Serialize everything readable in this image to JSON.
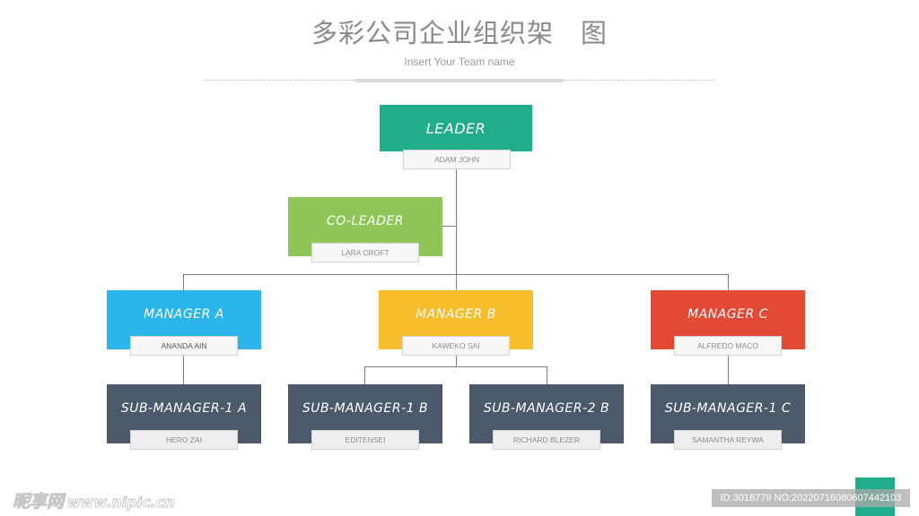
{
  "header": {
    "title": "多彩公司企业组织架　图",
    "subtitle": "Insert Your Team name"
  },
  "colors": {
    "leader": "#22ad8a",
    "co_leader": "#8fc658",
    "manager_a": "#2bb5ea",
    "manager_b": "#f8bd2a",
    "manager_c": "#e34a35",
    "sub_manager": "#4b596b",
    "connector": "#7f7f7f"
  },
  "org": {
    "leader": {
      "role": "LEADER",
      "name": "ADAM JOHN"
    },
    "co_leader": {
      "role": "CO-LEADER",
      "name": "LARA CROFT"
    },
    "managers": [
      {
        "role": "MANAGER A",
        "name": "ANANDA AIN"
      },
      {
        "role": "MANAGER B",
        "name": "KAWEKO SAI"
      },
      {
        "role": "MANAGER C",
        "name": "ALFREDO MACO"
      }
    ],
    "sub_managers": [
      {
        "role": "SUB-MANAGER-1 A",
        "name": "HERO ZAI",
        "reports_to": "MANAGER A"
      },
      {
        "role": "SUB-MANAGER-1 B",
        "name": "EDITENSEI",
        "reports_to": "MANAGER B"
      },
      {
        "role": "SUB-MANAGER-2 B",
        "name": "RICHARD BLEZER",
        "reports_to": "MANAGER B"
      },
      {
        "role": "SUB-MANAGER-1 C",
        "name": "SAMANTHA REYWA",
        "reports_to": "MANAGER C"
      }
    ]
  },
  "watermark": {
    "site_cn": "昵享网",
    "site_url": "www.nipic.cn",
    "id_text": "ID:3018779 NO:20220716080607442103"
  }
}
